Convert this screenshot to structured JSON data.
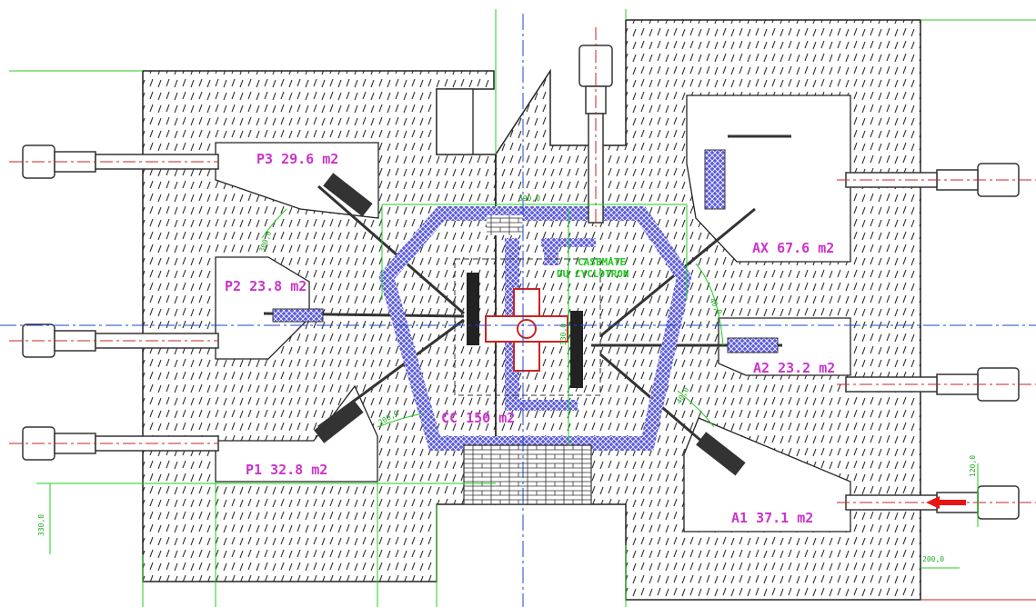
{
  "rooms": [
    {
      "id": "p3",
      "label": "P3 29.6 m2"
    },
    {
      "id": "p2",
      "label": "P2 23.8 m2"
    },
    {
      "id": "p1",
      "label": "P1 32.8 m2"
    },
    {
      "id": "cc",
      "label": "CC 150 m2"
    },
    {
      "id": "ax",
      "label": "AX 67.6 m2"
    },
    {
      "id": "a2",
      "label": "A2 23.2 m2"
    },
    {
      "id": "a1",
      "label": "A1 37.1 m2"
    }
  ],
  "casemate_label": {
    "line1": "CASEMATE",
    "line2": "DU CYCLOTRON"
  },
  "dimensions": [
    {
      "id": "dim-330",
      "label": "330,0"
    },
    {
      "id": "dim-200-bottom",
      "label": "200,0"
    },
    {
      "id": "dim-120",
      "label": "120,0"
    },
    {
      "id": "dim-300-left",
      "label": "300,0"
    },
    {
      "id": "dim-200-lower",
      "label": "200,0"
    },
    {
      "id": "dim-390-top",
      "label": "390,0"
    },
    {
      "id": "dim-330-mid",
      "label": "330,0"
    },
    {
      "id": "dim-40-right",
      "label": "40,0"
    },
    {
      "id": "dim-40-right2",
      "label": "40,0"
    }
  ],
  "colors": {
    "wall": "#4444cc",
    "room_label": "#cc33cc",
    "dimension": "#22cc22",
    "axis": "#2244cc",
    "beam": "#cc2222",
    "outline": "#222222"
  }
}
